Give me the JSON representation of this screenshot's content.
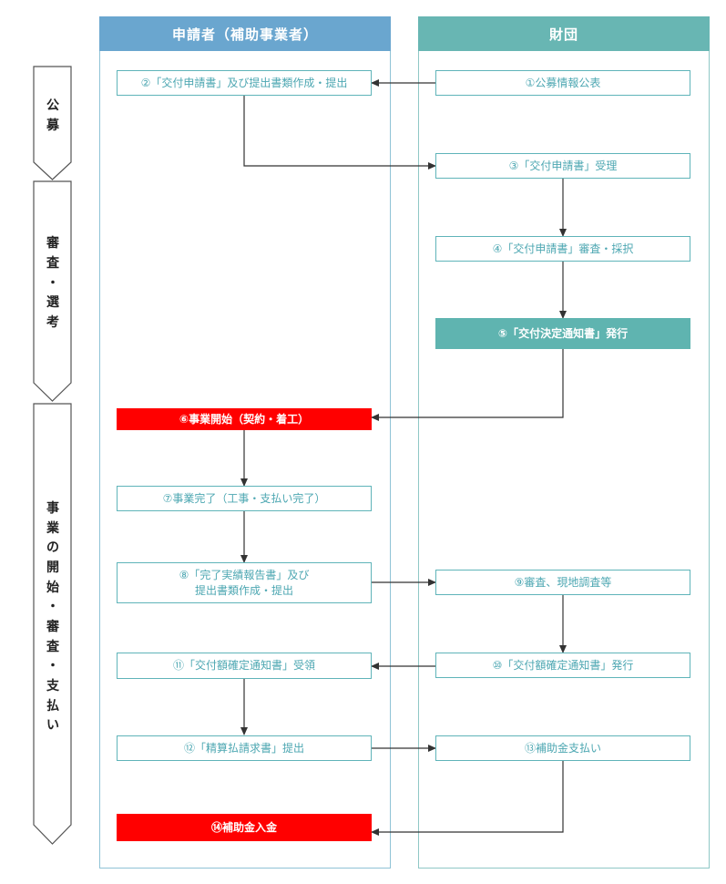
{
  "lanes": {
    "applicant": {
      "title": "申請者（補助事業者）",
      "color": "#6aa6cf"
    },
    "foundation": {
      "title": "財団",
      "color": "#68b6b3"
    }
  },
  "phases": {
    "recruitment": [
      "公",
      "募"
    ],
    "review": [
      "審",
      "査",
      "・",
      "選",
      "考"
    ],
    "execution": [
      "事",
      "業",
      "の",
      "開",
      "始",
      "・",
      "審",
      "査",
      "・",
      "支",
      "払",
      "い"
    ]
  },
  "steps": {
    "s1": "①公募情報公表",
    "s2": "②「交付申請書」及び提出書類作成・提出",
    "s3": "③「交付申請書」受理",
    "s4": "④「交付申請書」審査・採択",
    "s5": "⑤「交付決定通知書」発行",
    "s6": "⑥事業開始（契約・着工）",
    "s7": "⑦事業完了（工事・支払い完了）",
    "s8": "⑧「完了実績報告書」及び\n提出書類作成・提出",
    "s9": "⑨審査、現地調査等",
    "s10": "⑩「交付額確定通知書」発行",
    "s11": "⑪「交付額確定通知書」受領",
    "s12": "⑫「精算払請求書」提出",
    "s13": "⑬補助金支払い",
    "s14": "⑭補助金入金"
  },
  "colors": {
    "box_border": "#5fb4b9",
    "box_text": "#4da7b2",
    "highlight_teal": "#5fb4b0",
    "highlight_red": "#ff0000",
    "arrow": "#333333"
  }
}
